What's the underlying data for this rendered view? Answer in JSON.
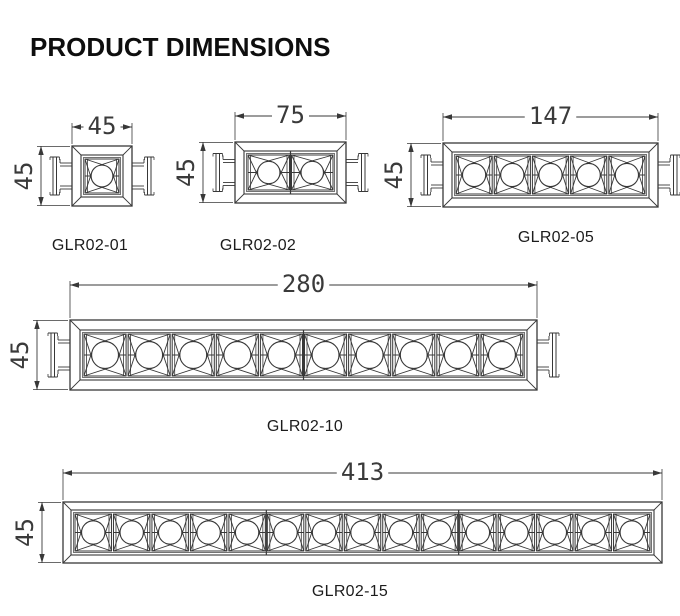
{
  "page": {
    "title": "PRODUCT DIMENSIONS"
  },
  "drawing": {
    "line_color": "#383838",
    "background": "#ffffff",
    "height_label_all": "45"
  },
  "products": [
    {
      "model": "GLR02-01",
      "width_label": "45",
      "height_label": "45",
      "modules": 1
    },
    {
      "model": "GLR02-02",
      "width_label": "75",
      "height_label": "45",
      "modules": 2
    },
    {
      "model": "GLR02-05",
      "width_label": "147",
      "height_label": "45",
      "modules": 5
    },
    {
      "model": "GLR02-10",
      "width_label": "280",
      "height_label": "45",
      "modules": 10
    },
    {
      "model": "GLR02-15",
      "width_label": "413",
      "height_label": "45",
      "modules": 15
    }
  ]
}
